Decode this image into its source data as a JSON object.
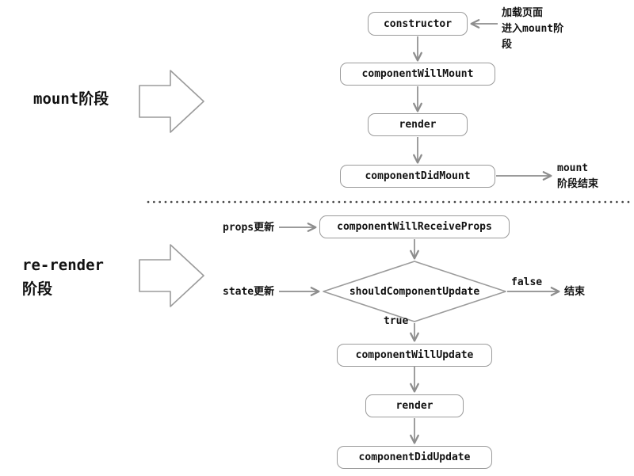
{
  "mount": {
    "phase_label": "mount阶段",
    "nodes": {
      "constructor": "constructor",
      "will_mount": "componentWillMount",
      "render": "render",
      "did_mount": "componentDidMount"
    },
    "enter_note": "加载页面\n进入mount阶\n段",
    "end_note": "mount\n阶段结束"
  },
  "rerender": {
    "phase_label": "re-render\n阶段",
    "nodes": {
      "will_receive_props": "componentWillReceiveProps",
      "should_update": "shouldComponentUpdate",
      "will_update": "componentWillUpdate",
      "render": "render",
      "did_update": "componentDidUpdate"
    },
    "triggers": {
      "props": "props更新",
      "state": "state更新"
    },
    "branches": {
      "true_label": "true",
      "false_label": "false"
    },
    "end_label": "结束"
  },
  "colors": {
    "box_border": "#9b9b9b",
    "arrow": "#8d8d8d",
    "separator": "#444444",
    "text": "#111111",
    "background": "#ffffff"
  }
}
